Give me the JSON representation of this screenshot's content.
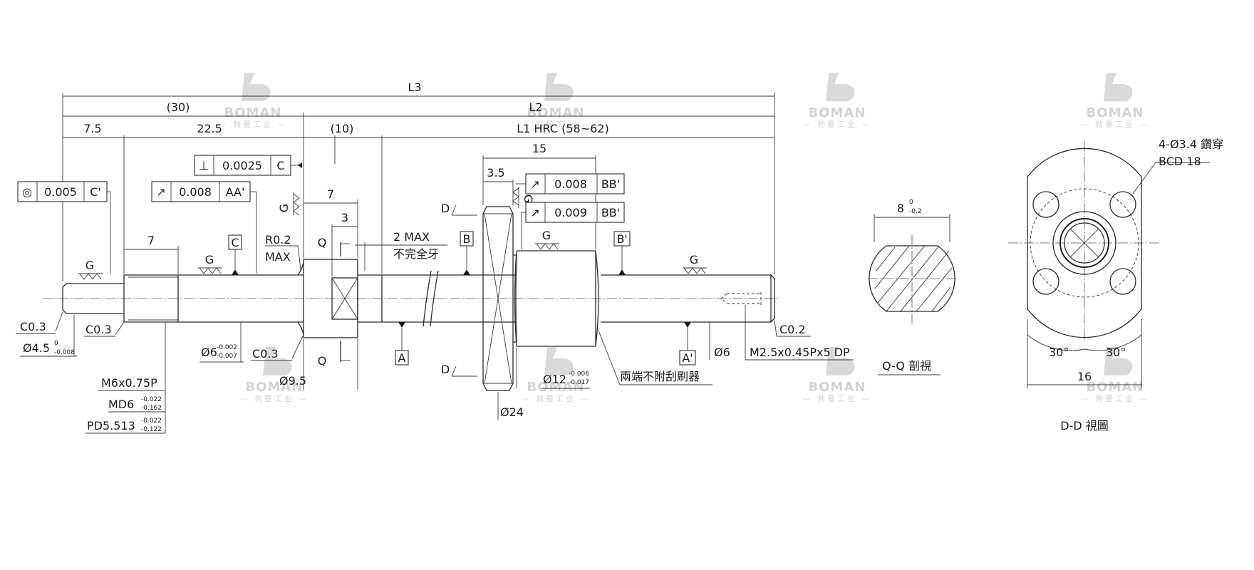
{
  "watermark": {
    "brand": "BOMAN",
    "sub": "— 勃曼工业 —"
  },
  "dims": {
    "L3": "L3",
    "p30": "(30)",
    "L2": "L2",
    "d75": "7.5",
    "d225": "22.5",
    "p10": "(10)",
    "L1": "L1  HRC (58~62)",
    "d7a": "7",
    "d7b": "7",
    "d3": "3",
    "d15": "15",
    "d35": "3.5",
    "r02": "R0.2",
    "max": "MAX",
    "twomax": "2 MAX",
    "incomplete": "不完全牙",
    "c03a": "C0.3",
    "c03b": "C0.3",
    "c03c": "C0.3",
    "c02": "C0.2",
    "phi45": "Ø4.5",
    "phi45_up": "0",
    "phi45_lo": "-0.008",
    "phi6": "Ø6",
    "phi6_up": "-0.002",
    "phi6_lo": "-0.007",
    "phi95": "Ø9.5",
    "phi12": "Ø12",
    "phi12_up": "-0.006",
    "phi12_lo": "-0.017",
    "phi24": "Ø24",
    "phi6b": "Ø6",
    "m6": "M6x0.75P",
    "md6": "MD6",
    "md6_up": "-0.022",
    "md6_lo": "-0.162",
    "pd": "PD5.513",
    "pd_up": "-0.022",
    "pd_lo": "-0.122",
    "m25": "M2.5x0.45Px5 DP",
    "wiper": "兩端不附刮刷器",
    "g": "G",
    "q": "Q",
    "d": "D"
  },
  "tolerance_frames": [
    {
      "symbol": "◎",
      "value": "0.005",
      "datum": "C'"
    },
    {
      "symbol": "⊥",
      "value": "0.0025",
      "datum": "C"
    },
    {
      "symbol": "↗",
      "value": "0.008",
      "datum": "AA'"
    },
    {
      "symbol": "↗",
      "value": "0.008",
      "datum": "BB'"
    },
    {
      "symbol": "↗",
      "value": "0.009",
      "datum": "BB'"
    }
  ],
  "datums": {
    "A": "A",
    "A2": "A'",
    "B": "B",
    "B2": "B'",
    "C": "C"
  },
  "section_qq": {
    "width": "8",
    "width_up": "0",
    "width_lo": "-0.2",
    "title": "Q-Q 剖視"
  },
  "view_dd": {
    "holes": "4-Ø3.4 鑽穿",
    "bcd": "BCD 18",
    "ang1": "30°",
    "ang2": "30°",
    "w": "16",
    "title": "D-D 視圖"
  }
}
